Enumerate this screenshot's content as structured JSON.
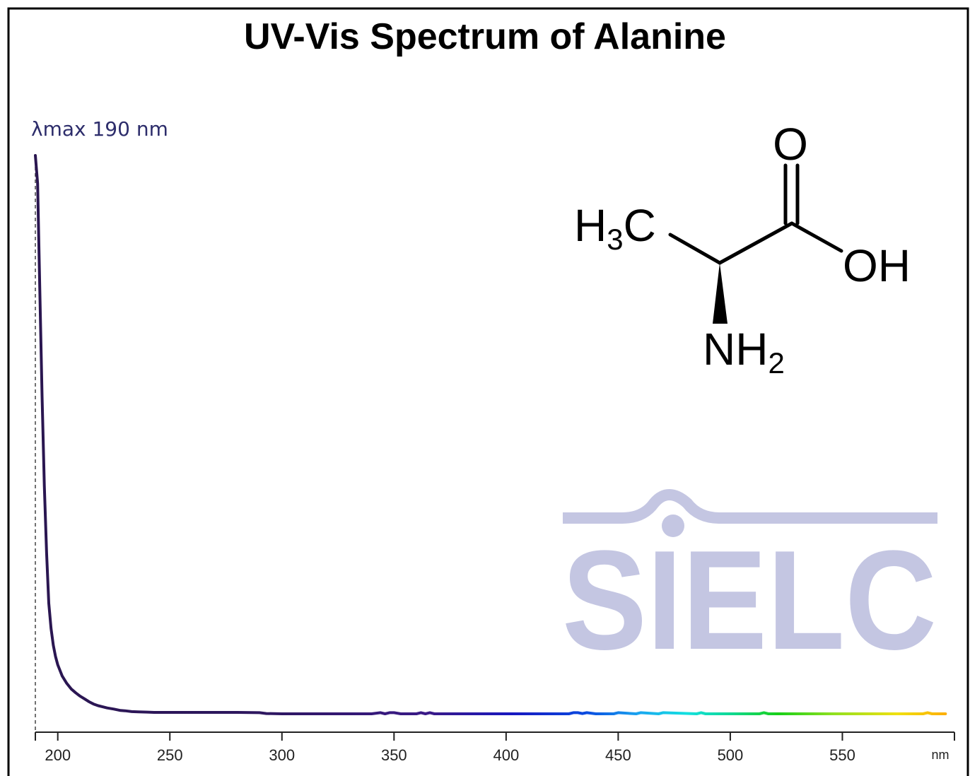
{
  "colors": {
    "background": "#ffffff",
    "border": "#000000",
    "axis": "#222222",
    "lambda_line": "#444444",
    "lambda_text": "#2d2d6b",
    "watermark": "#c4c6e2",
    "molecule": "#000000"
  },
  "molecule": {
    "h3c": {
      "main": "H",
      "sub": "3",
      "tail": "C"
    },
    "o": "O",
    "oh": "OH",
    "nh2": {
      "main": "NH",
      "sub": "2"
    }
  },
  "watermark": {
    "text": "SIELC"
  },
  "chart_data": {
    "type": "line",
    "title": "UV-Vis Spectrum of Alanine",
    "annotation": "λmax  190 nm",
    "lambda_max": 190,
    "xlabel": "nm",
    "ylabel": "",
    "xlim": [
      190,
      600
    ],
    "ylim": [
      0,
      1
    ],
    "x_ticks": [
      200,
      250,
      300,
      350,
      400,
      450,
      500,
      550
    ],
    "grid": false,
    "gradient_coloured_line": true,
    "series": [
      {
        "x": [
          190,
          191,
          192,
          193,
          194,
          195,
          196,
          197,
          198,
          199,
          200,
          202,
          204,
          206,
          208,
          210,
          212,
          214,
          216,
          218,
          220,
          222,
          225,
          228,
          230,
          233,
          236,
          240,
          243,
          250,
          260,
          270,
          280,
          290,
          293,
          300,
          310,
          320,
          330,
          340,
          344,
          346,
          348,
          350,
          353,
          356,
          360,
          362,
          364,
          366,
          368,
          380,
          400,
          420,
          428,
          430,
          432,
          434,
          436,
          440,
          448,
          450,
          458,
          460,
          468,
          470,
          485,
          487,
          489,
          513,
          515,
          517,
          540,
          586,
          588,
          590,
          596
        ],
        "y": [
          1.0,
          0.95,
          0.76,
          0.57,
          0.41,
          0.29,
          0.2,
          0.155,
          0.125,
          0.105,
          0.09,
          0.07,
          0.057,
          0.047,
          0.04,
          0.034,
          0.029,
          0.024,
          0.02,
          0.017,
          0.015,
          0.013,
          0.011,
          0.0085,
          0.008,
          0.0065,
          0.006,
          0.0055,
          0.005,
          0.005,
          0.005,
          0.005,
          0.005,
          0.0045,
          0.003,
          0.0025,
          0.0025,
          0.0025,
          0.0025,
          0.0025,
          0.0045,
          0.0025,
          0.0045,
          0.0045,
          0.0025,
          0.0025,
          0.0025,
          0.0045,
          0.0025,
          0.0045,
          0.0025,
          0.0025,
          0.0025,
          0.0025,
          0.0025,
          0.0045,
          0.0045,
          0.003,
          0.0045,
          0.0025,
          0.0025,
          0.0045,
          0.0025,
          0.0045,
          0.0025,
          0.0045,
          0.0025,
          0.0045,
          0.0025,
          0.0025,
          0.0045,
          0.0025,
          0.0025,
          0.0025,
          0.0045,
          0.0025,
          0.0025
        ]
      }
    ]
  }
}
